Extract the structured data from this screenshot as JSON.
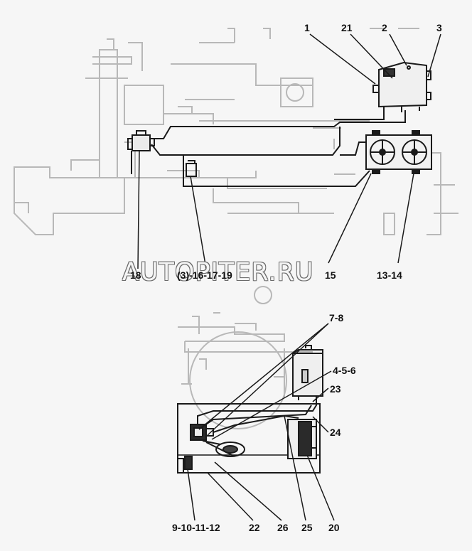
{
  "watermark": "AUTOPITER.RU",
  "top_labels": {
    "l1": "1",
    "l21": "21",
    "l2": "2",
    "l3": "3",
    "l18": "18",
    "l3_16_17_19": "(3)-16-17-19",
    "l15": "15",
    "l13_14": "13-14"
  },
  "bottom_labels": {
    "l7_8": "7-8",
    "l4_5_6": "4-5-6",
    "l23": "23",
    "l24": "24",
    "l9_10_11_12": "9-10-11-12",
    "l22": "22",
    "l26": "26",
    "l25": "25",
    "l20": "20"
  },
  "colors": {
    "line": "#1a1a1a",
    "ghost": "#b8b8b8",
    "background": "#f6f6f6"
  }
}
